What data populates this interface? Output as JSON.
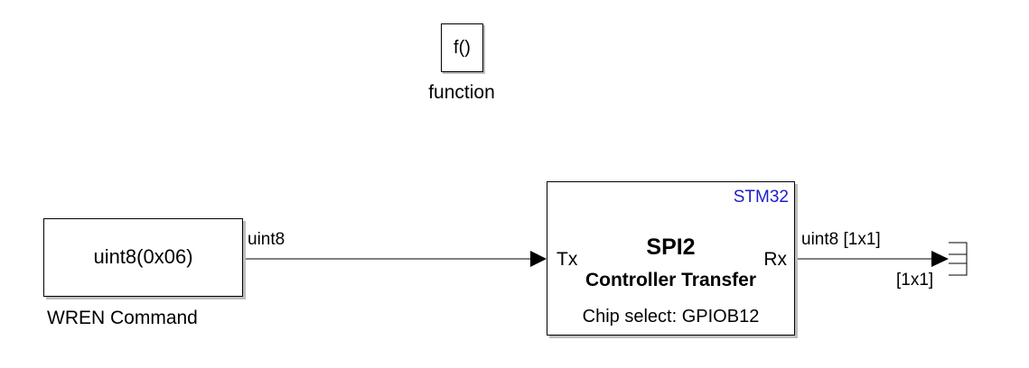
{
  "function_block": {
    "icon_text": "f()",
    "name": "function"
  },
  "constant_block": {
    "value": "uint8(0x06)",
    "name": "WREN Command"
  },
  "signal_in": {
    "label": "uint8"
  },
  "spi_block": {
    "tag": "STM32",
    "tag_color": "#1d1dcc",
    "title": "SPI2",
    "subtitle": "Controller Transfer",
    "port_in": "Tx",
    "port_out": "Rx",
    "chip_select": "Chip select: GPIOB12"
  },
  "signal_out": {
    "label": "uint8 [1x1]",
    "dimension": "[1x1]"
  },
  "terminator": {
    "icon": "terminator-icon"
  }
}
